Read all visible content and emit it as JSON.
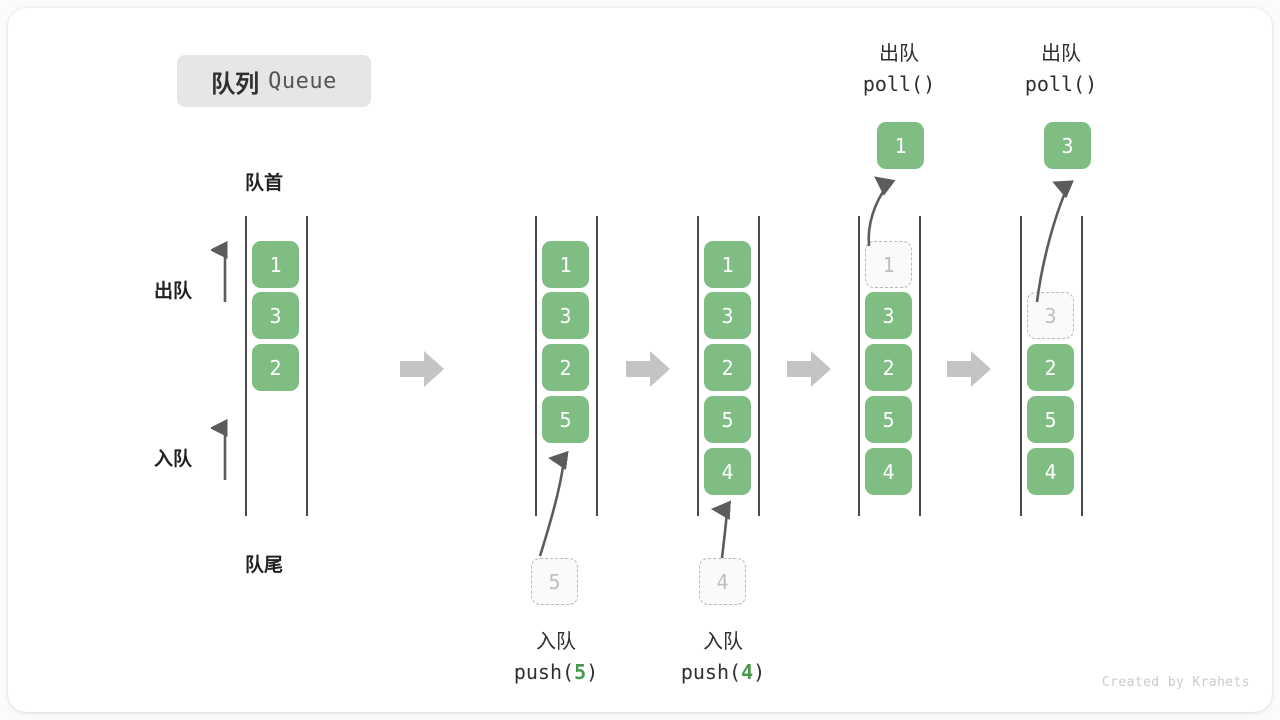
{
  "title": {
    "cn": "队列",
    "en": "Queue"
  },
  "labels": {
    "front": "队首",
    "rear": "队尾",
    "dequeue_side": "出队",
    "enqueue_side": "入队"
  },
  "credit": "Created by Krahets",
  "colors": {
    "box_fill": "#7fbd83",
    "box_text": "#ffffff",
    "ghost_fill": "#fafafa",
    "ghost_border": "#b9b9b9",
    "ghost_text": "#bfbfbf",
    "rail": "#4a4a4a",
    "step_arrow": "#c4c4c4",
    "thin_arrow": "#5c5c5c",
    "accent_number": "#459a4b",
    "title_chip": "#e6e6e6",
    "card": "#ffffff",
    "background": "#fbfbfb"
  },
  "operations": {
    "push_5": {
      "cn": "入队",
      "fn_prefix": "push(",
      "arg": "5",
      "fn_suffix": ")"
    },
    "push_4": {
      "cn": "入队",
      "fn_prefix": "push(",
      "arg": "4",
      "fn_suffix": ")"
    },
    "poll_1": {
      "cn": "出队",
      "code": "poll()"
    },
    "poll_2": {
      "cn": "出队",
      "code": "poll()"
    }
  },
  "states": [
    {
      "name": "initial",
      "items": [
        "1",
        "3",
        "2"
      ],
      "ghost_index": -1
    },
    {
      "name": "after-push-5",
      "items": [
        "1",
        "3",
        "2",
        "5"
      ],
      "ghost_index": -1
    },
    {
      "name": "after-push-4",
      "items": [
        "1",
        "3",
        "2",
        "5",
        "4"
      ],
      "ghost_index": -1
    },
    {
      "name": "polling-1",
      "items": [
        "1",
        "3",
        "2",
        "5",
        "4"
      ],
      "ghost_index": 0,
      "popped": "1"
    },
    {
      "name": "polling-3",
      "items": [
        "3",
        "2",
        "5",
        "4"
      ],
      "ghost_index": 0,
      "popped": "3"
    }
  ],
  "pending": {
    "push_5_box": "5",
    "push_4_box": "4"
  },
  "popped": {
    "first": "1",
    "second": "3"
  }
}
